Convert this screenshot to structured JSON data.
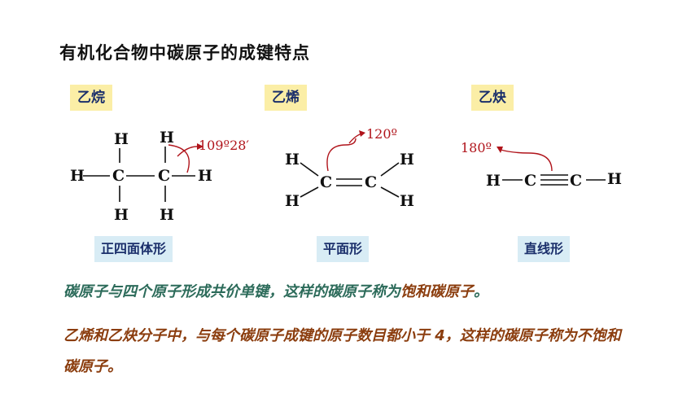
{
  "title": "有机化合物中碳原子的成键特点",
  "molecules": [
    {
      "name": "乙烷",
      "shape": "正四面体形",
      "angle": "109º28′"
    },
    {
      "name": "乙烯",
      "shape": "平面形",
      "angle": "120º"
    },
    {
      "name": "乙炔",
      "shape": "直线形",
      "angle": "180º"
    }
  ],
  "atoms": {
    "H": "H",
    "C": "C"
  },
  "notes": {
    "line1_text": "碳原子与四个原子形成共价单键，这样的碳原子称为",
    "line1_highlight": "饱和碳原子",
    "line1_end": "。",
    "line2_text": "乙烯和乙炔分子中，与每个碳原子成键的原子数目都小于 4，这样的碳原子称为",
    "line2_highlight": "不饱和碳原子",
    "line2_end": "。"
  },
  "colors": {
    "tag_bg": "#fbeea6",
    "shape_bg": "#d8ecf5",
    "angle": "#b0141b",
    "note1": "#2c6b5a",
    "note2": "#8b3d0e"
  }
}
